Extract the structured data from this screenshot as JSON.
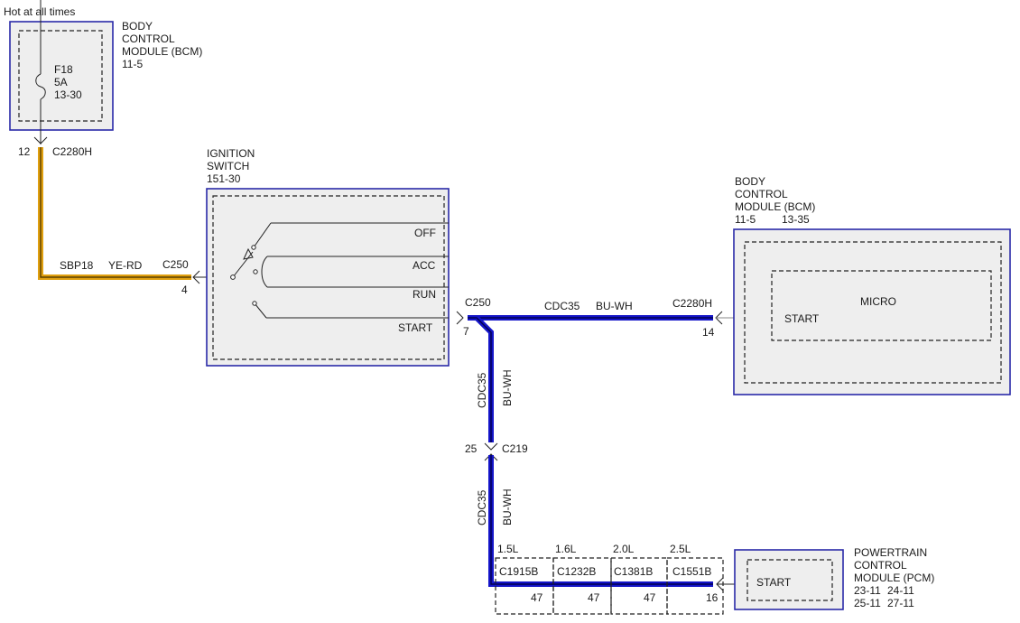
{
  "labels": {
    "hot_at_all_times": "Hot at all times",
    "bcm_top": {
      "l1": "BODY",
      "l2": "CONTROL",
      "l3": "MODULE (BCM)",
      "l4": "11-5"
    },
    "fuse": {
      "name": "F18",
      "rating": "5A",
      "ref": "13-30"
    },
    "c2280h_top": {
      "pin": "12",
      "name": "C2280H"
    },
    "ignition": {
      "l1": "IGNITION",
      "l2": "SWITCH",
      "l3": "151-30"
    },
    "sw_off": "OFF",
    "sw_acc": "ACC",
    "sw_run": "RUN",
    "sw_start": "START",
    "wire_sbp18": "SBP18",
    "wire_sbp18_color": "YE-RD",
    "c250_left": {
      "name": "C250",
      "pin": "4"
    },
    "c250_right": {
      "name": "C250",
      "pin": "7"
    },
    "wire_cdc35": "CDC35",
    "wire_cdc35_color": "BU-WH",
    "c2280h_right": {
      "name": "C2280H",
      "pin": "14"
    },
    "bcm_right": {
      "l1": "BODY",
      "l2": "CONTROL",
      "l3": "MODULE (BCM)",
      "l4a": "11-5",
      "l4b": "13-35"
    },
    "micro": "MICRO",
    "bcm_start": "START",
    "c219": {
      "name": "C219",
      "pin": "25"
    },
    "engines": [
      {
        "size": "1.5L",
        "conn": "C1915B",
        "pin": "47"
      },
      {
        "size": "1.6L",
        "conn": "C1232B",
        "pin": "47"
      },
      {
        "size": "2.0L",
        "conn": "C1381B",
        "pin": "47"
      },
      {
        "size": "2.5L",
        "conn": "C1551B",
        "pin": "16"
      }
    ],
    "pcm_start": "START",
    "pcm": {
      "l1": "POWERTRAIN",
      "l2": "CONTROL",
      "l3": "MODULE (PCM)",
      "l4a": "23-11",
      "l4b": "24-11",
      "l5a": "25-11",
      "l5b": "27-11"
    }
  }
}
